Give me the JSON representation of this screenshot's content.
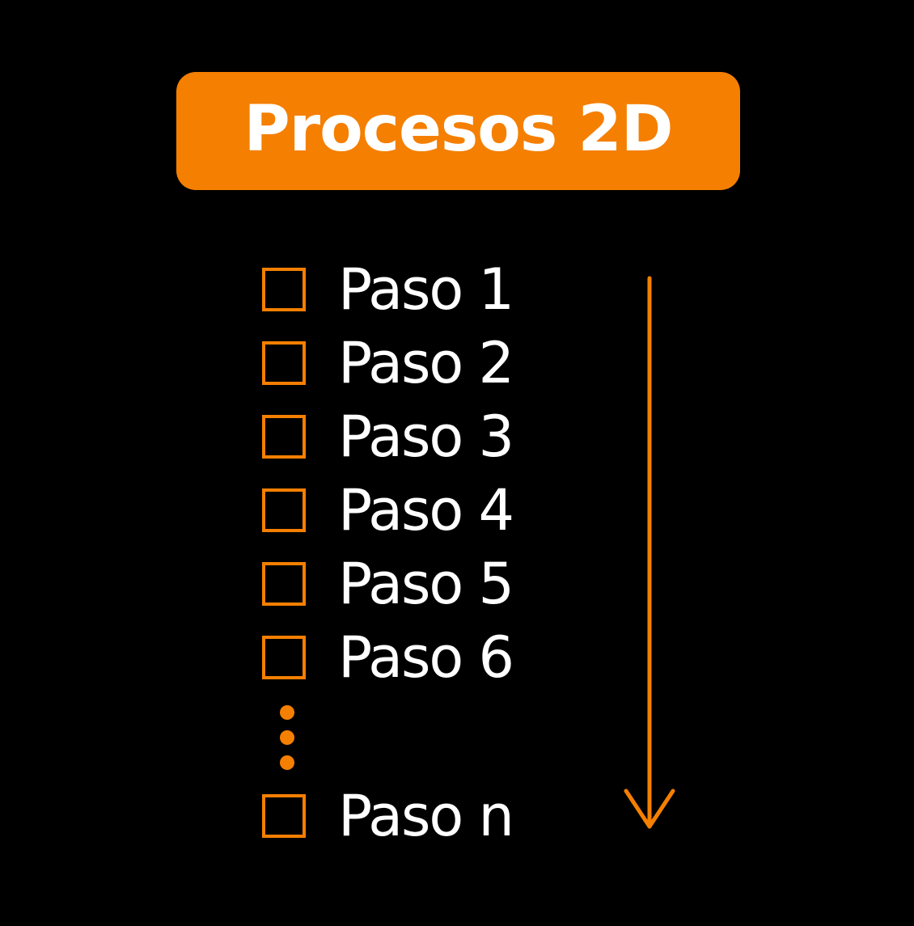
{
  "title": "Procesos 2D",
  "steps": [
    {
      "label": "Paso 1"
    },
    {
      "label": "Paso 2"
    },
    {
      "label": "Paso 3"
    },
    {
      "label": "Paso 4"
    },
    {
      "label": "Paso 5"
    },
    {
      "label": "Paso 6"
    }
  ],
  "last_step": {
    "label": "Paso n"
  },
  "icons": {
    "checkbox": "checkbox-outline-icon",
    "ellipsis": "vertical-ellipsis-icon",
    "arrow": "arrow-down-icon"
  },
  "colors": {
    "background": "#000000",
    "accent": "#f57f00",
    "text": "#ffffff"
  }
}
